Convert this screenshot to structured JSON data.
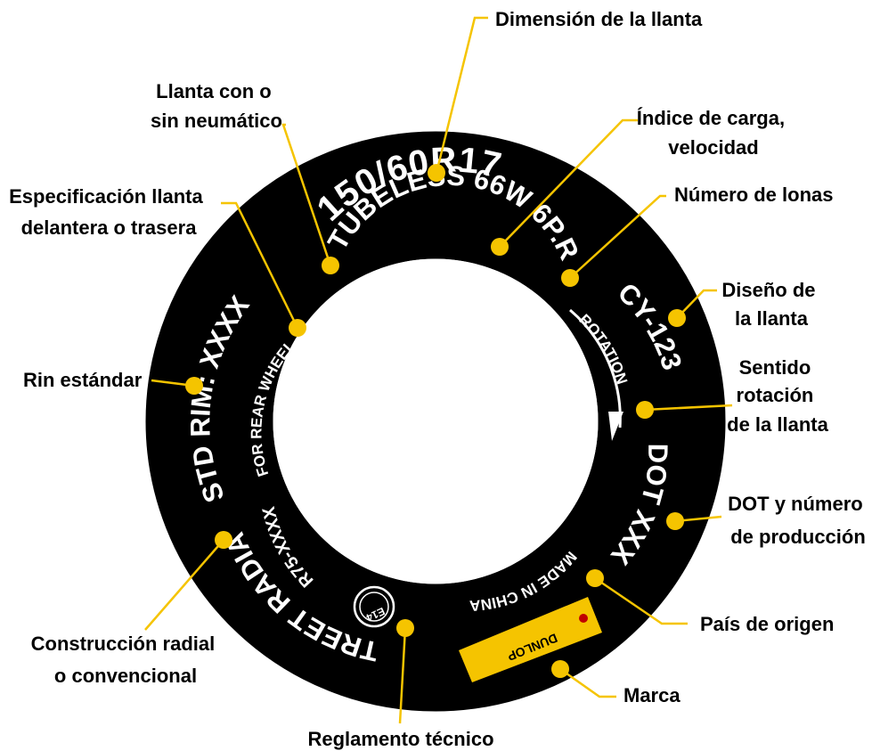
{
  "colors": {
    "tire": "#000000",
    "accent": "#f5c400",
    "text_on_tire": "#ffffff",
    "background": "#ffffff"
  },
  "tire": {
    "size": "150/60R17",
    "tubeless": "TUBELESS 66W 6P.R",
    "design": "CY-123",
    "rotation": "ROTATION",
    "dot": "DOT XXX",
    "made_in": "MADE IN CHINA",
    "brand": "DUNLOP",
    "approval": "E14",
    "approval_code": "R75-XXXX",
    "street_radial": "STREET RADIAL",
    "std_rim": "STD RIM: XXXX",
    "rear_wheel": "FOR REAR WHEEL"
  },
  "labels": {
    "dimension": [
      "Dimensión de la llanta"
    ],
    "tubeless": [
      "Llanta con o",
      "sin neumático"
    ],
    "load_speed": [
      "Índice de carga,",
      "velocidad"
    ],
    "plies": [
      "Número de lonas"
    ],
    "spec": [
      "Especificación llanta",
      "delantera o trasera"
    ],
    "design": [
      "Diseño de",
      "la llanta"
    ],
    "rim": [
      "Rin estándar"
    ],
    "rotation": [
      "Sentido",
      "rotación",
      "de la llanta"
    ],
    "dot": [
      "DOT y número",
      "de producción"
    ],
    "construction": [
      "Construcción radial",
      "o convencional"
    ],
    "origin": [
      "País de origen"
    ],
    "brand": [
      "Marca"
    ],
    "regulation": [
      "Reglamento técnico"
    ]
  }
}
